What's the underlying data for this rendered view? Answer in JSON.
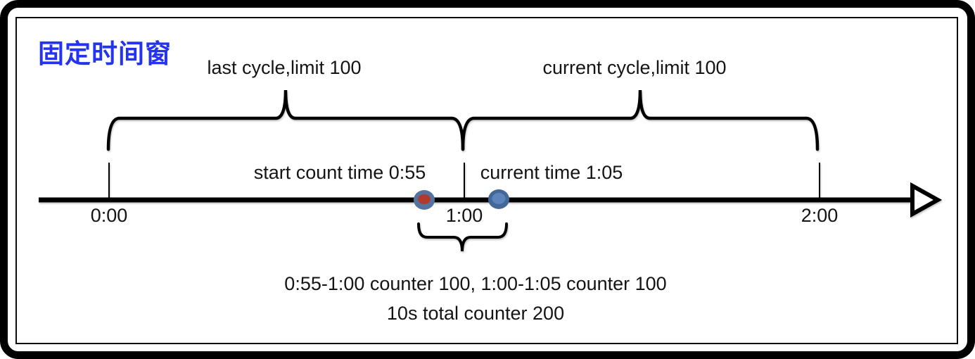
{
  "title": "固定时间窗",
  "colors": {
    "title_blue": "#2433ee",
    "text": "#141414",
    "line": "#000000",
    "dot_start_outer": "#54749f",
    "dot_start_inner": "#b03a2e",
    "dot_current_outer": "#44679a",
    "dot_current_inner": "#5d84ba"
  },
  "cycles": [
    {
      "label": "last cycle,limit 100"
    },
    {
      "label": "current cycle,limit 100"
    }
  ],
  "timeline": {
    "ticks": [
      {
        "label": "0:00"
      },
      {
        "label": "1:00"
      },
      {
        "label": "2:00"
      }
    ],
    "markers": [
      {
        "label": "start count time 0:55"
      },
      {
        "label": "current time 1:05"
      }
    ]
  },
  "notes": {
    "line1": "0:55-1:00 counter 100, 1:00-1:05 counter 100",
    "line2": "10s total counter 200"
  }
}
